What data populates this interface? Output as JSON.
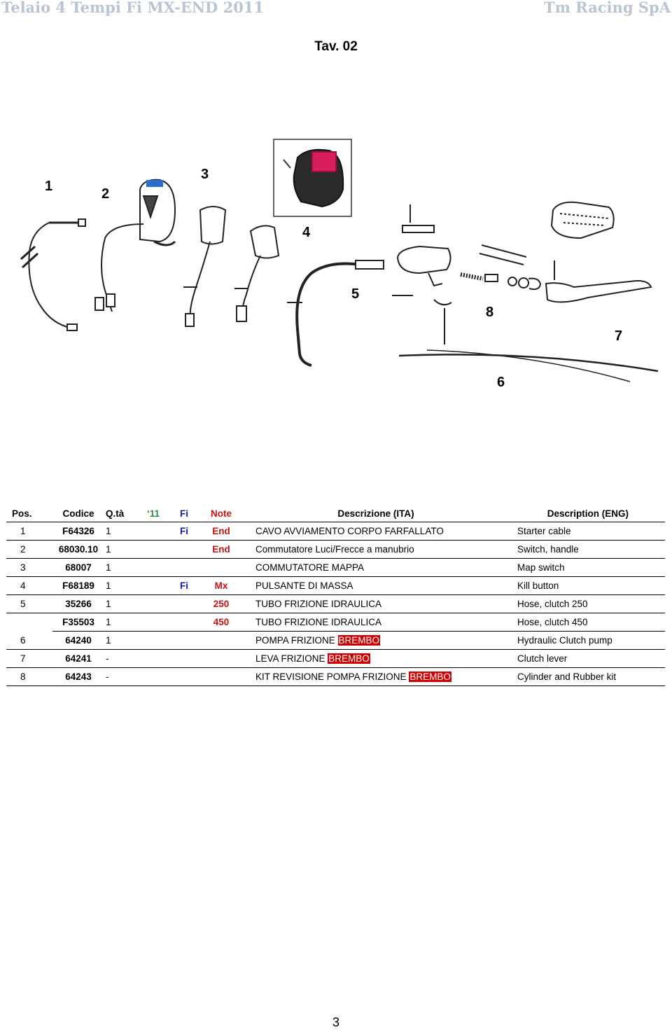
{
  "header": {
    "left_title": "Telaio 4 Tempi Fi MX-END 2011",
    "right_title": "Tm Racing SpA"
  },
  "table_label": "Tav. 02",
  "diagram": {
    "callouts": [
      "1",
      "2",
      "3",
      "4",
      "5",
      "6",
      "7",
      "8"
    ]
  },
  "columns": {
    "pos": "Pos.",
    "codice": "Codice",
    "qta": "Q.tà",
    "y11": "‘11",
    "fi": "Fi",
    "note": "Note",
    "desc_ita": "Descrizione (ITA)",
    "desc_eng": "Description (ENG)"
  },
  "rows": [
    {
      "pos": "1",
      "codice": "F64326",
      "qta": "1",
      "fi": "Fi",
      "note": "End",
      "ita": "CAVO AVVIAMENTO CORPO FARFALLATO",
      "eng": "Starter cable"
    },
    {
      "pos": "2",
      "codice": "68030.10",
      "qta": "1",
      "fi": "",
      "note": "End",
      "ita": "Commutatore Luci/Frecce a manubrio",
      "eng": "Switch, handle"
    },
    {
      "pos": "3",
      "codice": "68007",
      "qta": "1",
      "fi": "",
      "note": "",
      "ita": "COMMUTATORE MAPPA",
      "eng": "Map switch"
    },
    {
      "pos": "4",
      "codice": "F68189",
      "qta": "1",
      "fi": "Fi",
      "note": "Mx",
      "ita": "PULSANTE DI MASSA",
      "eng": "Kill button"
    },
    {
      "pos": "5",
      "codice": "35266",
      "qta": "1",
      "fi": "",
      "note": "250",
      "ita": "TUBO FRIZIONE IDRAULICA",
      "eng": "Hose, clutch 250"
    },
    {
      "pos": "",
      "codice": "F35503",
      "qta": "1",
      "fi": "",
      "note": "450",
      "ita": "TUBO FRIZIONE IDRAULICA",
      "eng": "Hose, clutch 450"
    },
    {
      "pos": "6",
      "codice": "64240",
      "qta": "1",
      "fi": "",
      "note": "",
      "ita": "POMPA FRIZIONE",
      "brand": "BREMBO",
      "eng": "Hydraulic Clutch pump"
    },
    {
      "pos": "7",
      "codice": "64241",
      "qta": "-",
      "fi": "",
      "note": "",
      "ita": "LEVA FRIZIONE",
      "brand": "BREMBO",
      "eng": "Clutch lever"
    },
    {
      "pos": "8",
      "codice": "64243",
      "qta": "-",
      "fi": "",
      "note": "",
      "ita": "KIT REVISIONE POMPA FRIZIONE",
      "brand": "BREMBO",
      "eng": "Cylinder and Rubber kit"
    }
  ],
  "page_number": "3",
  "colors": {
    "header_text": "#b9c4d4",
    "fi_blue": "#1020a0",
    "note_red": "#cc1111",
    "year_green": "#2a8a3a",
    "brand_red": "#d00000"
  }
}
